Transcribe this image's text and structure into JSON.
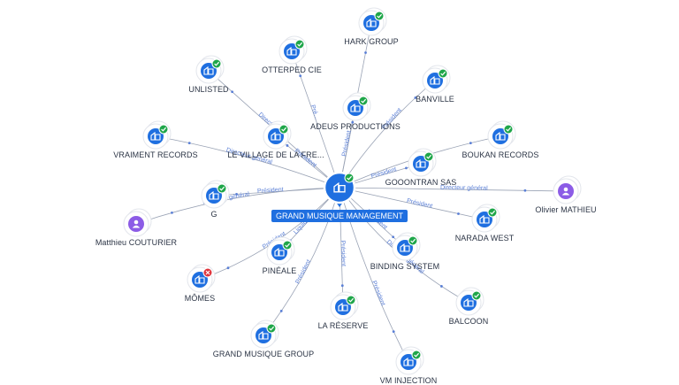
{
  "colors": {
    "company": "#1f6fe0",
    "person": "#8c5ce6",
    "active": "#1fa64a",
    "inactive": "#e0343c",
    "edge": "#9aa3b5"
  },
  "center": {
    "label": "GRAND MUSIQUE MANAGEMENT",
    "icon": "building-icon"
  },
  "nodes": [
    {
      "id": "hark",
      "label": "HARK GROUP",
      "kind": "company",
      "status": "active"
    },
    {
      "id": "otterped",
      "label": "OTTERPED CIE",
      "kind": "company",
      "status": "active"
    },
    {
      "id": "unlisted",
      "label": "UNLISTED",
      "kind": "company",
      "status": "active"
    },
    {
      "id": "banville",
      "label": "BANVILLE",
      "kind": "company",
      "status": "active"
    },
    {
      "id": "adeus",
      "label": "ADEUS PRODUCTIONS",
      "kind": "company",
      "status": "active"
    },
    {
      "id": "vraiment",
      "label": "VRAIMENT RECORDS",
      "kind": "company",
      "status": "active"
    },
    {
      "id": "village",
      "label": "LE VILLAGE DE LA FRE...",
      "kind": "company",
      "status": "active"
    },
    {
      "id": "boukan",
      "label": "BOUKAN RECORDS",
      "kind": "company",
      "status": "active"
    },
    {
      "id": "gooontran",
      "label": "GOOONTRAN SAS",
      "kind": "company",
      "status": "active"
    },
    {
      "id": "olivier",
      "label": "Olivier MATHIEU",
      "kind": "person",
      "status": "none"
    },
    {
      "id": "g",
      "label": "G",
      "kind": "company",
      "status": "active"
    },
    {
      "id": "matthieu",
      "label": "Matthieu COUTURIER",
      "kind": "person",
      "status": "none"
    },
    {
      "id": "narada",
      "label": "NARADA WEST",
      "kind": "company",
      "status": "active"
    },
    {
      "id": "pineale",
      "label": "PINÉALE",
      "kind": "company",
      "status": "active"
    },
    {
      "id": "binding",
      "label": "BINDING SYSTEM",
      "kind": "company",
      "status": "active"
    },
    {
      "id": "momes",
      "label": "MÔMES",
      "kind": "company",
      "status": "inactive"
    },
    {
      "id": "balcoon",
      "label": "BALCOON",
      "kind": "company",
      "status": "active"
    },
    {
      "id": "reserve",
      "label": "LA RÉSERVE",
      "kind": "company",
      "status": "active"
    },
    {
      "id": "gmgroup",
      "label": "GRAND MUSIQUE GROUP",
      "kind": "company",
      "status": "active"
    },
    {
      "id": "vminjection",
      "label": "VM INJECTION",
      "kind": "company",
      "status": "active"
    }
  ],
  "edge_labels": [
    {
      "edge": "unlisted",
      "text": "Directeur"
    },
    {
      "edge": "otterped",
      "text": "Pré..."
    },
    {
      "edge": "adeus",
      "text": "Président"
    },
    {
      "edge": "banville",
      "text": "Président"
    },
    {
      "edge": "village",
      "text": "Président"
    },
    {
      "edge": "vraiment",
      "text": "Directeur général"
    },
    {
      "edge": "gooontran",
      "text": "Président"
    },
    {
      "edge": "olivier",
      "text": "Directeur général"
    },
    {
      "edge": "g",
      "text": "Président"
    },
    {
      "edge": "matthieu",
      "text": "Directeur général"
    },
    {
      "edge": "narada",
      "text": "Président"
    },
    {
      "edge": "pineale",
      "text": "Liquidateur"
    },
    {
      "edge": "momes",
      "text": "Président"
    },
    {
      "edge": "reserve",
      "text": "Président"
    },
    {
      "edge": "binding",
      "text": "Président"
    },
    {
      "edge": "gmgroup",
      "text": "Président"
    },
    {
      "edge": "vminjection",
      "text": "Président"
    },
    {
      "edge": "balcoon",
      "text": "Directeur général"
    }
  ]
}
